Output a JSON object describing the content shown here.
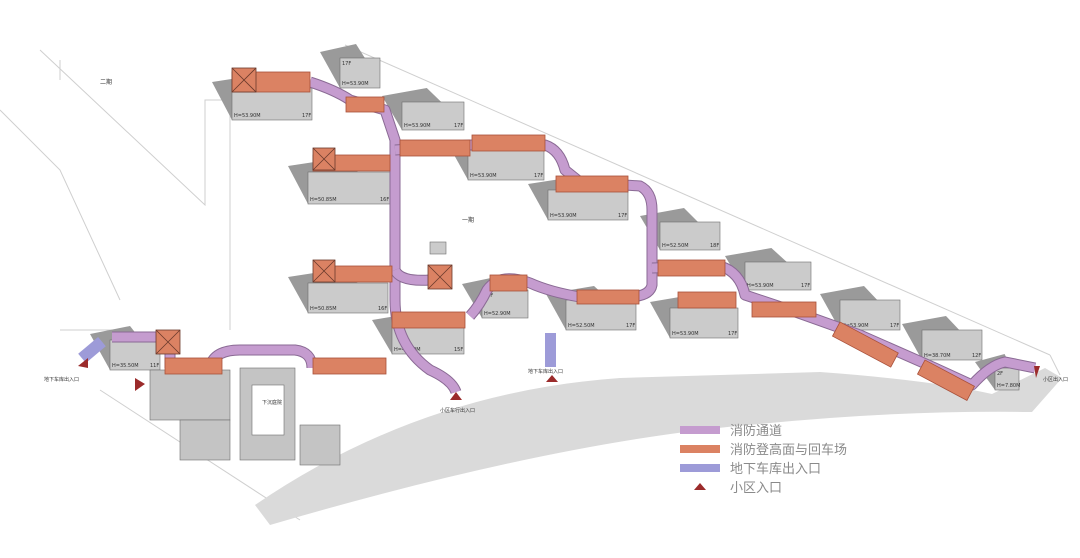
{
  "phase_labels": {
    "phase2": "二期",
    "phase1": "一期"
  },
  "place_labels": {
    "garage_entry_left": "地下车库出入口",
    "garage_entry_mid": "地下车库出入口",
    "vehicle_entry": "小区车行出入口",
    "community_entry_right": "小区出入口",
    "sunken_courtyard": "下沉庭院"
  },
  "buildings": [
    {
      "height": "H=53.90M",
      "floors": "17F"
    },
    {
      "height": "H=53.90M",
      "floors": "17F"
    },
    {
      "height": "H=53.90M",
      "floors": "17F"
    },
    {
      "height": "H=50.85M",
      "floors": "16F"
    },
    {
      "height": "H=53.90M",
      "floors": "17F"
    },
    {
      "height": "H=53.90M",
      "floors": "17F"
    },
    {
      "height": "H=52.50M",
      "floors": "18F"
    },
    {
      "height": "H=50.85M",
      "floors": "16F"
    },
    {
      "height": "H=47.80M",
      "floors": "15F"
    },
    {
      "height": "H=52.90M",
      "floors": "17F"
    },
    {
      "height": "H=52.50M",
      "floors": "17F"
    },
    {
      "height": "H=53.90M",
      "floors": "17F"
    },
    {
      "height": "H=53.90M",
      "floors": "17F"
    },
    {
      "height": "H=53.90M",
      "floors": "17F"
    },
    {
      "height": "H=38.70M",
      "floors": "12F"
    },
    {
      "height": "H=35.50M",
      "floors": "11F"
    },
    {
      "height": "H=7.80M",
      "floors": "2F"
    }
  ],
  "legend": [
    {
      "label": "消防通道",
      "color": "#c59ccf"
    },
    {
      "label": "消防登高面与回车场",
      "color": "#db8263"
    },
    {
      "label": "地下车库出入口",
      "color": "#9d9bd8"
    },
    {
      "label": "小区入口",
      "color": "#9b2b2b"
    }
  ]
}
